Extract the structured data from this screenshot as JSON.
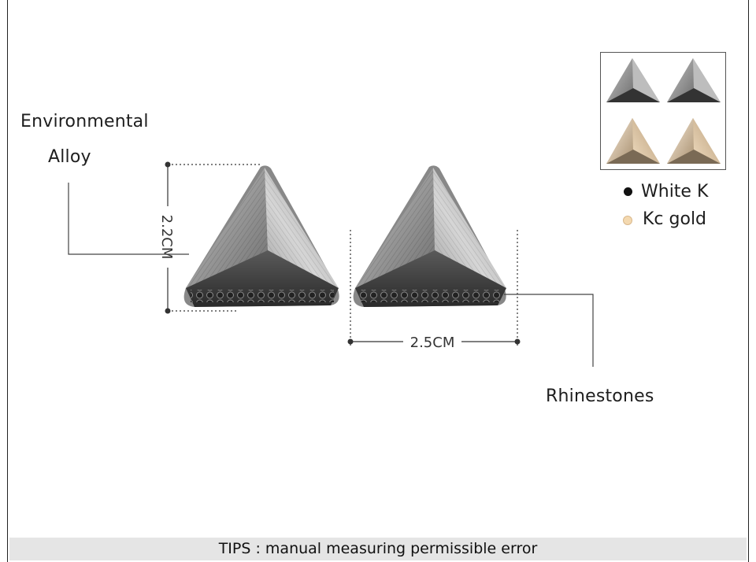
{
  "labels": {
    "material_line1": "Environmental",
    "material_line2": "Alloy",
    "stones": "Rhinestones"
  },
  "dimensions": {
    "height": "2.2CM",
    "width": "2.5CM"
  },
  "legend": {
    "items": [
      {
        "label": "White K",
        "color": "#111111"
      },
      {
        "label": "Kc gold",
        "color": "#f4d9b0"
      }
    ]
  },
  "tips": "TIPS : manual measuring permissible error"
}
